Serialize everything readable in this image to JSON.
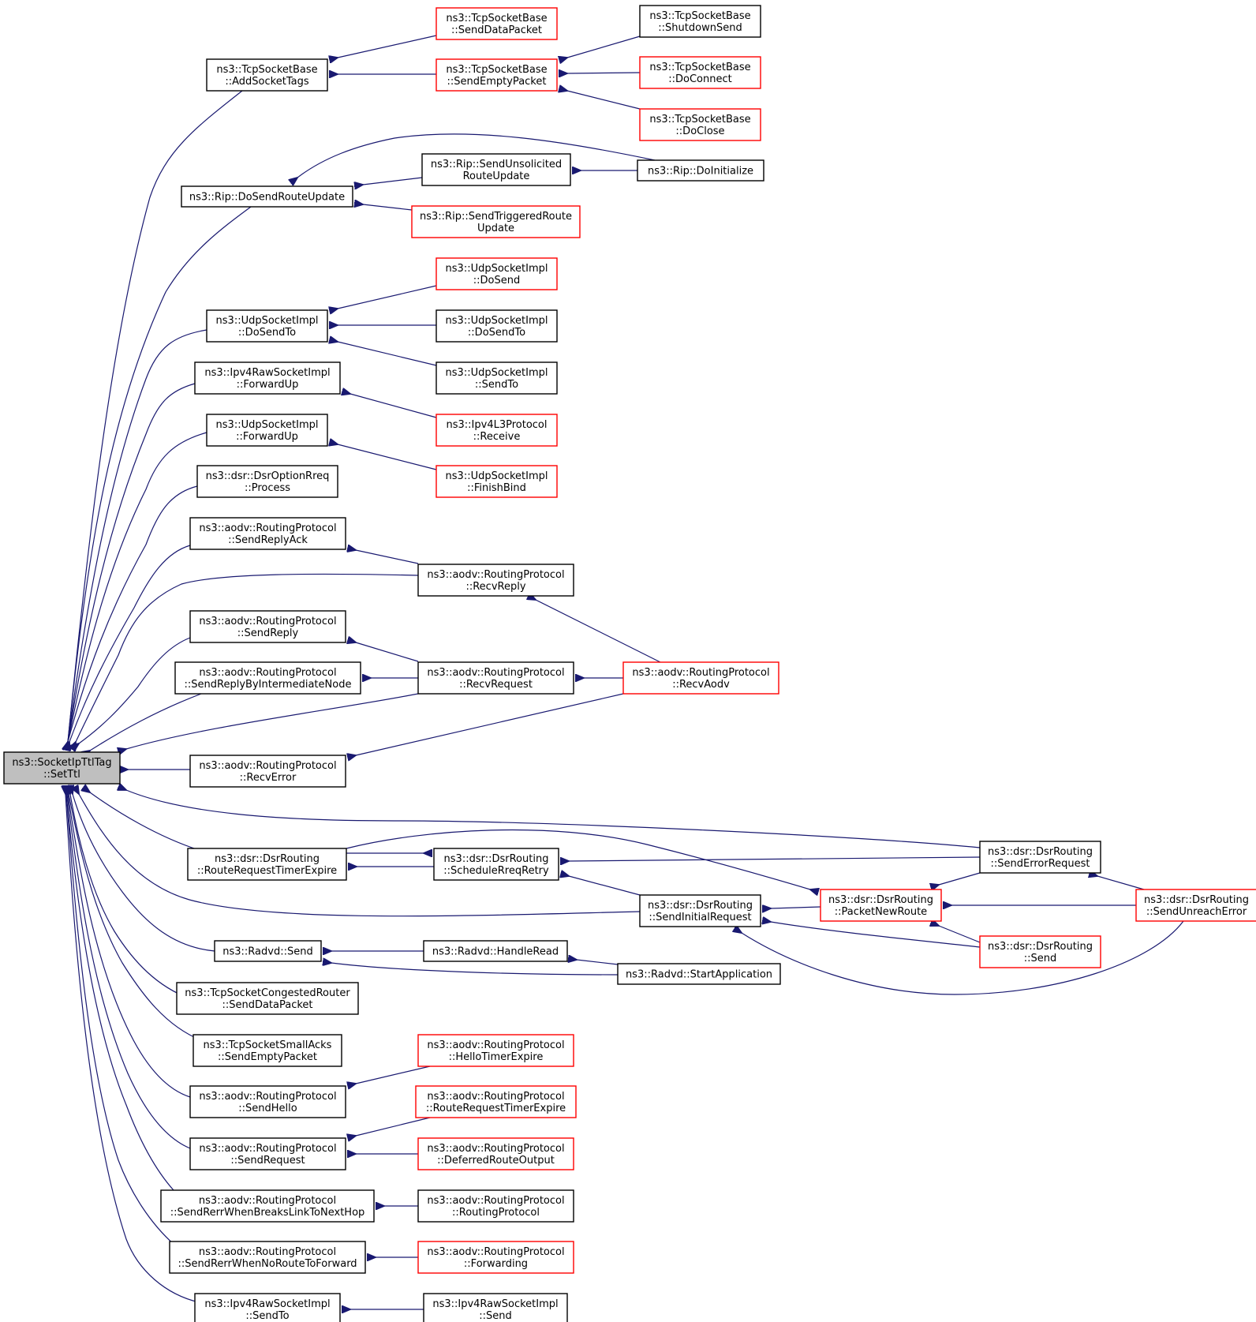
{
  "diagram": {
    "colors": {
      "edge": "#191970",
      "arrow": "#191970",
      "border_normal": "#000000",
      "border_truncated": "#ff0000",
      "root_fill": "#bfbfbf",
      "node_fill": "#ffffff"
    },
    "nodes": [
      {
        "id": "root",
        "lines": [
          "ns3::SocketIpTtlTag",
          "::SetTtl"
        ],
        "style": "root"
      },
      {
        "id": "tcp_addsockettags",
        "lines": [
          "ns3::TcpSocketBase",
          "::AddSocketTags"
        ],
        "style": "normal"
      },
      {
        "id": "tcp_senddatapacket",
        "lines": [
          "ns3::TcpSocketBase",
          "::SendDataPacket"
        ],
        "style": "truncated"
      },
      {
        "id": "tcp_sendemptypacket",
        "lines": [
          "ns3::TcpSocketBase",
          "::SendEmptyPacket"
        ],
        "style": "truncated"
      },
      {
        "id": "tcp_shutdownsend",
        "lines": [
          "ns3::TcpSocketBase",
          "::ShutdownSend"
        ],
        "style": "normal"
      },
      {
        "id": "tcp_doconnect",
        "lines": [
          "ns3::TcpSocketBase",
          "::DoConnect"
        ],
        "style": "truncated"
      },
      {
        "id": "tcp_doclose",
        "lines": [
          "ns3::TcpSocketBase",
          "::DoClose"
        ],
        "style": "truncated"
      },
      {
        "id": "rip_dosendrouteupdate",
        "lines": [
          "ns3::Rip::DoSendRouteUpdate"
        ],
        "style": "normal"
      },
      {
        "id": "rip_sendunsolicited",
        "lines": [
          "ns3::Rip::SendUnsolicited",
          "RouteUpdate"
        ],
        "style": "normal"
      },
      {
        "id": "rip_doinitialize",
        "lines": [
          "ns3::Rip::DoInitialize"
        ],
        "style": "normal"
      },
      {
        "id": "rip_sendtriggered",
        "lines": [
          "ns3::Rip::SendTriggeredRoute",
          "Update"
        ],
        "style": "truncated"
      },
      {
        "id": "udp_dosendto_l",
        "lines": [
          "ns3::UdpSocketImpl",
          "::DoSendTo"
        ],
        "style": "normal"
      },
      {
        "id": "udp_dosend",
        "lines": [
          "ns3::UdpSocketImpl",
          "::DoSend"
        ],
        "style": "truncated"
      },
      {
        "id": "udp_dosendto_r",
        "lines": [
          "ns3::UdpSocketImpl",
          "::DoSendTo"
        ],
        "style": "normal"
      },
      {
        "id": "udp_sendto",
        "lines": [
          "ns3::UdpSocketImpl",
          "::SendTo"
        ],
        "style": "normal"
      },
      {
        "id": "ipv4raw_forwardup",
        "lines": [
          "ns3::Ipv4RawSocketImpl",
          "::ForwardUp"
        ],
        "style": "normal"
      },
      {
        "id": "ipv4l3_receive",
        "lines": [
          "ns3::Ipv4L3Protocol",
          "::Receive"
        ],
        "style": "truncated"
      },
      {
        "id": "udp_forwardup",
        "lines": [
          "ns3::UdpSocketImpl",
          "::ForwardUp"
        ],
        "style": "normal"
      },
      {
        "id": "udp_finishbind",
        "lines": [
          "ns3::UdpSocketImpl",
          "::FinishBind"
        ],
        "style": "truncated"
      },
      {
        "id": "dsr_optionrreq_process",
        "lines": [
          "ns3::dsr::DsrOptionRreq",
          "::Process"
        ],
        "style": "normal"
      },
      {
        "id": "aodv_sendreplyack",
        "lines": [
          "ns3::aodv::RoutingProtocol",
          "::SendReplyAck"
        ],
        "style": "normal"
      },
      {
        "id": "aodv_recvreply",
        "lines": [
          "ns3::aodv::RoutingProtocol",
          "::RecvReply"
        ],
        "style": "normal"
      },
      {
        "id": "aodv_sendreply",
        "lines": [
          "ns3::aodv::RoutingProtocol",
          "::SendReply"
        ],
        "style": "normal"
      },
      {
        "id": "aodv_sendreplybyinter",
        "lines": [
          "ns3::aodv::RoutingProtocol",
          "::SendReplyByIntermediateNode"
        ],
        "style": "normal"
      },
      {
        "id": "aodv_recvrequest",
        "lines": [
          "ns3::aodv::RoutingProtocol",
          "::RecvRequest"
        ],
        "style": "normal"
      },
      {
        "id": "aodv_recvaodv",
        "lines": [
          "ns3::aodv::RoutingProtocol",
          "::RecvAodv"
        ],
        "style": "truncated"
      },
      {
        "id": "aodv_recverror",
        "lines": [
          "ns3::aodv::RoutingProtocol",
          "::RecvError"
        ],
        "style": "normal"
      },
      {
        "id": "dsr_rreqtimerexpire",
        "lines": [
          "ns3::dsr::DsrRouting",
          "::RouteRequestTimerExpire"
        ],
        "style": "normal"
      },
      {
        "id": "dsr_schedulerreqretry",
        "lines": [
          "ns3::dsr::DsrRouting",
          "::ScheduleRreqRetry"
        ],
        "style": "normal"
      },
      {
        "id": "dsr_senderrorrequest",
        "lines": [
          "ns3::dsr::DsrRouting",
          "::SendErrorRequest"
        ],
        "style": "normal"
      },
      {
        "id": "dsr_sendinitialrequest",
        "lines": [
          "ns3::dsr::DsrRouting",
          "::SendInitialRequest"
        ],
        "style": "normal"
      },
      {
        "id": "dsr_packetnewroute",
        "lines": [
          "ns3::dsr::DsrRouting",
          "::PacketNewRoute"
        ],
        "style": "truncated"
      },
      {
        "id": "dsr_sendunreacherror",
        "lines": [
          "ns3::dsr::DsrRouting",
          "::SendUnreachError"
        ],
        "style": "truncated"
      },
      {
        "id": "dsr_send",
        "lines": [
          "ns3::dsr::DsrRouting",
          "::Send"
        ],
        "style": "truncated"
      },
      {
        "id": "radvd_send",
        "lines": [
          "ns3::Radvd::Send"
        ],
        "style": "normal"
      },
      {
        "id": "radvd_handleread",
        "lines": [
          "ns3::Radvd::HandleRead"
        ],
        "style": "normal"
      },
      {
        "id": "radvd_startapplication",
        "lines": [
          "ns3::Radvd::StartApplication"
        ],
        "style": "normal"
      },
      {
        "id": "tcpcongested_senddatapacket",
        "lines": [
          "ns3::TcpSocketCongestedRouter",
          "::SendDataPacket"
        ],
        "style": "normal"
      },
      {
        "id": "tcpsmallacks_sendemptypacket",
        "lines": [
          "ns3::TcpSocketSmallAcks",
          "::SendEmptyPacket"
        ],
        "style": "normal"
      },
      {
        "id": "aodv_sendhello",
        "lines": [
          "ns3::aodv::RoutingProtocol",
          "::SendHello"
        ],
        "style": "normal"
      },
      {
        "id": "aodv_hellotimerexpire",
        "lines": [
          "ns3::aodv::RoutingProtocol",
          "::HelloTimerExpire"
        ],
        "style": "truncated"
      },
      {
        "id": "aodv_sendrequest",
        "lines": [
          "ns3::aodv::RoutingProtocol",
          "::SendRequest"
        ],
        "style": "normal"
      },
      {
        "id": "aodv_rreqtimerexpire",
        "lines": [
          "ns3::aodv::RoutingProtocol",
          "::RouteRequestTimerExpire"
        ],
        "style": "truncated"
      },
      {
        "id": "aodv_deferredrouteoutput",
        "lines": [
          "ns3::aodv::RoutingProtocol",
          "::DeferredRouteOutput"
        ],
        "style": "truncated"
      },
      {
        "id": "aodv_sendrerrbreakslink",
        "lines": [
          "ns3::aodv::RoutingProtocol",
          "::SendRerrWhenBreaksLinkToNextHop"
        ],
        "style": "normal"
      },
      {
        "id": "aodv_routingprotocol",
        "lines": [
          "ns3::aodv::RoutingProtocol",
          "::RoutingProtocol"
        ],
        "style": "normal"
      },
      {
        "id": "aodv_sendrerrnoroute",
        "lines": [
          "ns3::aodv::RoutingProtocol",
          "::SendRerrWhenNoRouteToForward"
        ],
        "style": "normal"
      },
      {
        "id": "aodv_forwarding",
        "lines": [
          "ns3::aodv::RoutingProtocol",
          "::Forwarding"
        ],
        "style": "truncated"
      },
      {
        "id": "ipv4raw_sendto",
        "lines": [
          "ns3::Ipv4RawSocketImpl",
          "::SendTo"
        ],
        "style": "normal"
      },
      {
        "id": "ipv4raw_send",
        "lines": [
          "ns3::Ipv4RawSocketImpl",
          "::Send"
        ],
        "style": "normal"
      }
    ],
    "edges": [
      {
        "from": "tcp_addsockettags",
        "to": "root"
      },
      {
        "from": "rip_dosendrouteupdate",
        "to": "root"
      },
      {
        "from": "udp_dosendto_l",
        "to": "root"
      },
      {
        "from": "ipv4raw_forwardup",
        "to": "root"
      },
      {
        "from": "udp_forwardup",
        "to": "root"
      },
      {
        "from": "dsr_optionrreq_process",
        "to": "root"
      },
      {
        "from": "aodv_sendreplyack",
        "to": "root"
      },
      {
        "from": "aodv_recvreply",
        "to": "root"
      },
      {
        "from": "aodv_sendreply",
        "to": "root"
      },
      {
        "from": "aodv_sendreplybyinter",
        "to": "root"
      },
      {
        "from": "aodv_recvrequest",
        "to": "root"
      },
      {
        "from": "aodv_recverror",
        "to": "root"
      },
      {
        "from": "dsr_senderrorrequest",
        "to": "root"
      },
      {
        "from": "dsr_rreqtimerexpire",
        "to": "root"
      },
      {
        "from": "dsr_sendinitialrequest",
        "to": "root"
      },
      {
        "from": "radvd_send",
        "to": "root"
      },
      {
        "from": "tcpcongested_senddatapacket",
        "to": "root"
      },
      {
        "from": "tcpsmallacks_sendemptypacket",
        "to": "root"
      },
      {
        "from": "aodv_sendhello",
        "to": "root"
      },
      {
        "from": "aodv_sendrequest",
        "to": "root"
      },
      {
        "from": "aodv_sendrerrbreakslink",
        "to": "root"
      },
      {
        "from": "aodv_sendrerrnoroute",
        "to": "root"
      },
      {
        "from": "ipv4raw_sendto",
        "to": "root"
      },
      {
        "from": "tcp_senddatapacket",
        "to": "tcp_addsockettags"
      },
      {
        "from": "tcp_sendemptypacket",
        "to": "tcp_addsockettags"
      },
      {
        "from": "tcp_shutdownsend",
        "to": "tcp_sendemptypacket"
      },
      {
        "from": "tcp_doconnect",
        "to": "tcp_sendemptypacket"
      },
      {
        "from": "tcp_doclose",
        "to": "tcp_sendemptypacket"
      },
      {
        "from": "rip_sendunsolicited",
        "to": "rip_dosendrouteupdate"
      },
      {
        "from": "rip_sendtriggered",
        "to": "rip_dosendrouteupdate"
      },
      {
        "from": "rip_doinitialize",
        "to": "rip_dosendrouteupdate"
      },
      {
        "from": "rip_doinitialize",
        "to": "rip_sendunsolicited"
      },
      {
        "from": "udp_dosend",
        "to": "udp_dosendto_l"
      },
      {
        "from": "udp_dosendto_r",
        "to": "udp_dosendto_l"
      },
      {
        "from": "udp_sendto",
        "to": "udp_dosendto_l"
      },
      {
        "from": "ipv4l3_receive",
        "to": "ipv4raw_forwardup"
      },
      {
        "from": "udp_finishbind",
        "to": "udp_forwardup"
      },
      {
        "from": "aodv_recvreply",
        "to": "aodv_sendreplyack"
      },
      {
        "from": "aodv_recvaodv",
        "to": "aodv_recvreply"
      },
      {
        "from": "aodv_recvrequest",
        "to": "aodv_sendreply"
      },
      {
        "from": "aodv_recvrequest",
        "to": "aodv_sendreplybyinter"
      },
      {
        "from": "aodv_recvaodv",
        "to": "aodv_recvrequest"
      },
      {
        "from": "aodv_recvaodv",
        "to": "aodv_recverror"
      },
      {
        "from": "dsr_schedulerreqretry",
        "to": "dsr_rreqtimerexpire"
      },
      {
        "from": "dsr_rreqtimerexpire",
        "to": "dsr_schedulerreqretry"
      },
      {
        "from": "dsr_senderrorrequest",
        "to": "dsr_schedulerreqretry"
      },
      {
        "from": "dsr_sendinitialrequest",
        "to": "dsr_schedulerreqretry"
      },
      {
        "from": "dsr_rreqtimerexpire",
        "to": "dsr_packetnewroute"
      },
      {
        "from": "dsr_senderrorrequest",
        "to": "dsr_packetnewroute"
      },
      {
        "from": "dsr_sendunreacherror",
        "to": "dsr_packetnewroute"
      },
      {
        "from": "dsr_send",
        "to": "dsr_packetnewroute"
      },
      {
        "from": "dsr_sendunreacherror",
        "to": "dsr_senderrorrequest"
      },
      {
        "from": "dsr_packetnewroute",
        "to": "dsr_sendinitialrequest"
      },
      {
        "from": "dsr_send",
        "to": "dsr_sendinitialrequest"
      },
      {
        "from": "dsr_sendunreacherror",
        "to": "dsr_sendinitialrequest"
      },
      {
        "from": "radvd_handleread",
        "to": "radvd_send"
      },
      {
        "from": "radvd_startapplication",
        "to": "radvd_send"
      },
      {
        "from": "radvd_startapplication",
        "to": "radvd_handleread"
      },
      {
        "from": "aodv_hellotimerexpire",
        "to": "aodv_sendhello"
      },
      {
        "from": "aodv_rreqtimerexpire",
        "to": "aodv_sendrequest"
      },
      {
        "from": "aodv_deferredrouteoutput",
        "to": "aodv_sendrequest"
      },
      {
        "from": "aodv_routingprotocol",
        "to": "aodv_sendrerrbreakslink"
      },
      {
        "from": "aodv_forwarding",
        "to": "aodv_sendrerrnoroute"
      },
      {
        "from": "ipv4raw_send",
        "to": "ipv4raw_sendto"
      }
    ]
  }
}
